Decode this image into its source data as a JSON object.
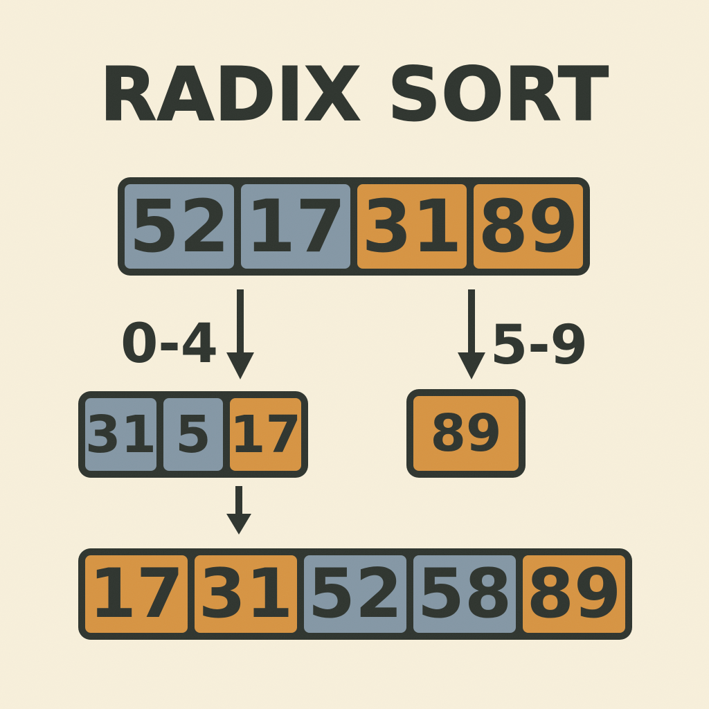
{
  "title": "RADIX SORT",
  "colors": {
    "background": "#f8f0db",
    "ink": "#2e342e",
    "blue": "#8497a5",
    "orange": "#d79442"
  },
  "diagram": {
    "input_row": {
      "cells": [
        {
          "value": "52",
          "color": "blue"
        },
        {
          "value": "17",
          "color": "blue"
        },
        {
          "value": "31",
          "color": "orange"
        },
        {
          "value": "89",
          "color": "orange"
        }
      ]
    },
    "bucket_low": {
      "label": "0-4",
      "cells": [
        {
          "value": "31",
          "color": "blue"
        },
        {
          "value": "5",
          "color": "blue"
        },
        {
          "value": "17",
          "color": "orange"
        }
      ]
    },
    "bucket_high": {
      "label": "5-9",
      "cells": [
        {
          "value": "89",
          "color": "orange"
        }
      ]
    },
    "output_row": {
      "cells": [
        {
          "value": "17",
          "color": "orange"
        },
        {
          "value": "31",
          "color": "orange"
        },
        {
          "value": "52",
          "color": "blue"
        },
        {
          "value": "58",
          "color": "blue"
        },
        {
          "value": "89",
          "color": "orange"
        }
      ]
    }
  }
}
